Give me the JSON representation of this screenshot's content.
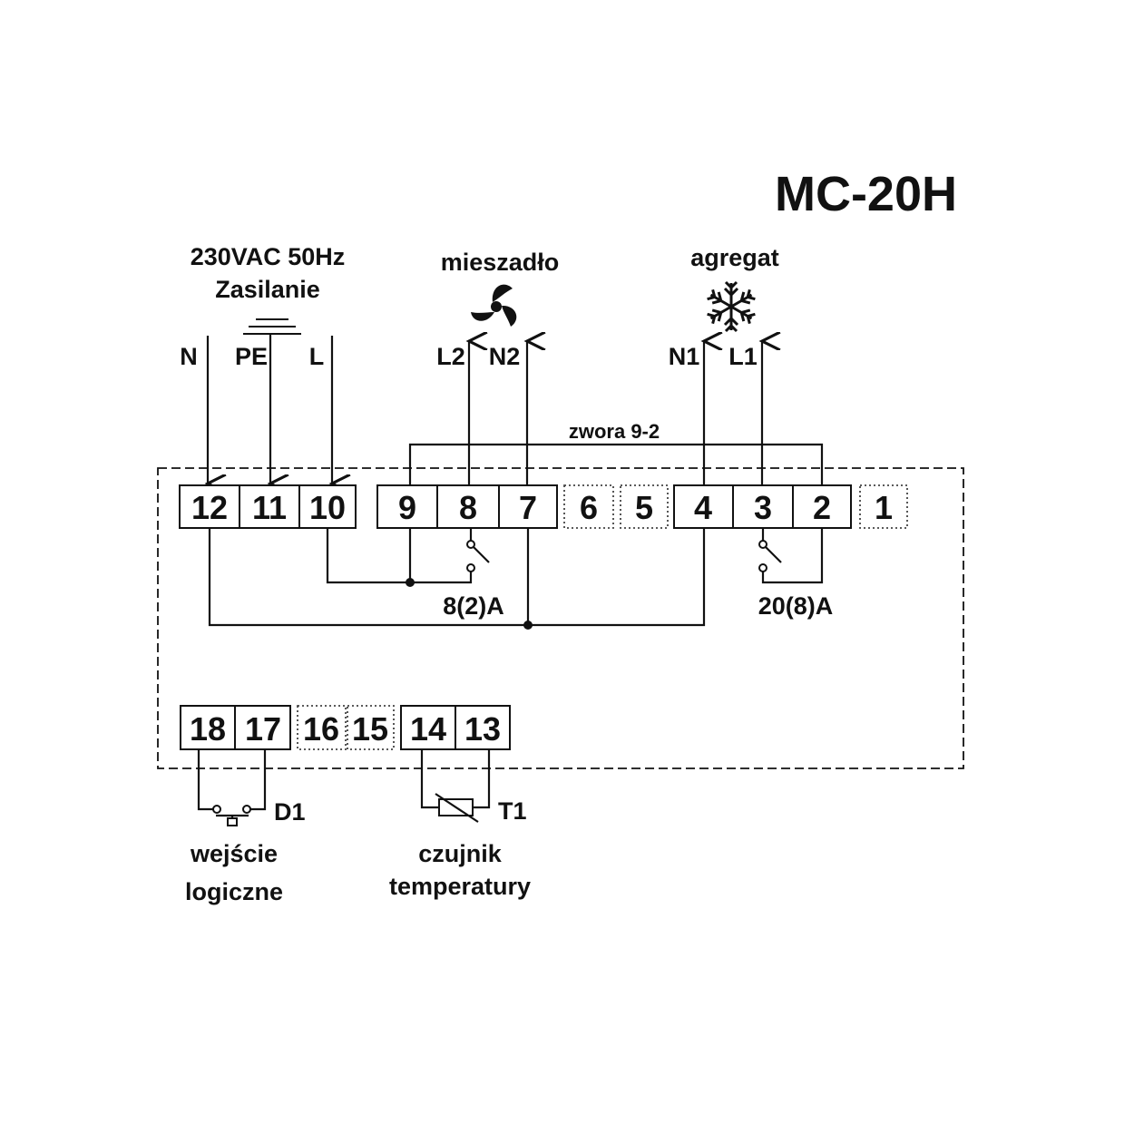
{
  "model": "MC-20H",
  "supply": {
    "line1": "230VAC 50Hz",
    "line2": "Zasilanie",
    "n": "N",
    "pe": "PE",
    "l": "L"
  },
  "mixer": {
    "title": "mieszadło",
    "l": "L2",
    "n": "N2",
    "rating": "8(2)A",
    "icon": "fan-icon"
  },
  "unit": {
    "title": "agregat",
    "n": "N1",
    "l": "L1",
    "rating": "20(8)A",
    "icon": "snowflake-icon"
  },
  "jumper": "zwora 9-2",
  "terminals_top": [
    "12",
    "11",
    "10",
    "9",
    "8",
    "7",
    "6",
    "5",
    "4",
    "3",
    "2",
    "1"
  ],
  "terminals_bottom": [
    "18",
    "17",
    "16",
    "15",
    "14",
    "13"
  ],
  "digital_input": {
    "id": "D1",
    "line1": "wejście",
    "line2": "logiczne"
  },
  "sensor": {
    "id": "T1",
    "line1": "czujnik",
    "line2": "temperatury"
  }
}
